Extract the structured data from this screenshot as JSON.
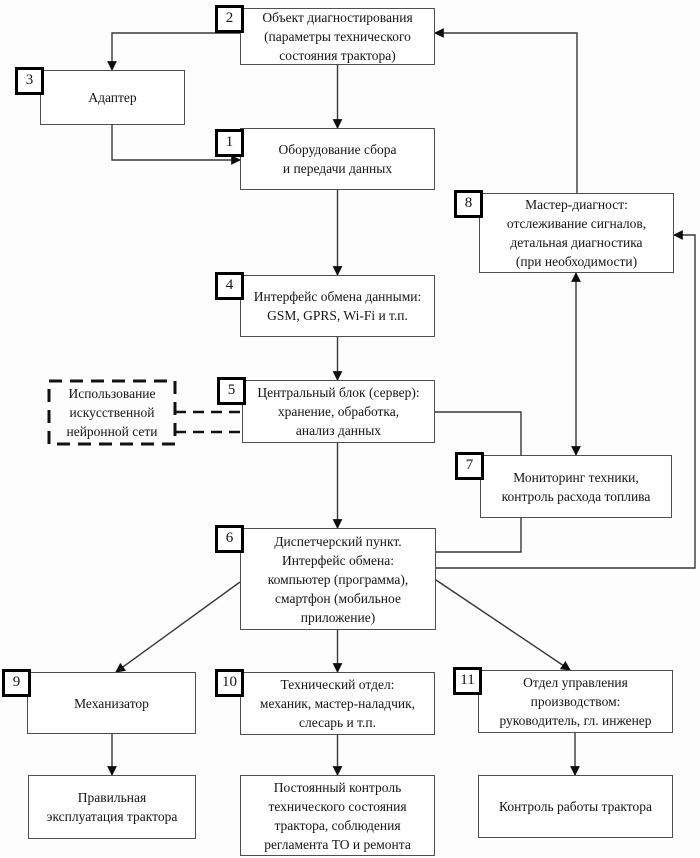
{
  "nodes": {
    "object": {
      "num": "2",
      "label": "Объект диагностирования\n(параметры технического\nсостояния трактора)"
    },
    "adapter": {
      "num": "3",
      "label": "Адаптер"
    },
    "equipment": {
      "num": "1",
      "label": "Оборудование сбора\nи передачи данных"
    },
    "master_diagnost": {
      "num": "8",
      "label": "Мастер-диагност:\nотслеживание сигналов,\nдетальная диагностика\n(при необходимости)"
    },
    "data_interface": {
      "num": "4",
      "label": "Интерфейс обмена данными:\nGSM, GPRS, Wi-Fi и т.п."
    },
    "neural_network": {
      "label": "Использование\nискусственной\nнейронной сети"
    },
    "central_server": {
      "num": "5",
      "label": "Центральный блок (сервер):\nхранение, обработка,\nанализ данных"
    },
    "monitoring": {
      "num": "7",
      "label": "Мониторинг техники,\nконтроль расхода топлива"
    },
    "dispatch_center": {
      "num": "6",
      "label": "Диспетчерский пункт.\nИнтерфейс обмена:\nкомпьютер (программа),\nсмартфон (мобильное\nприложение)"
    },
    "machine_operator": {
      "num": "9",
      "label": "Механизатор"
    },
    "technical_dept": {
      "num": "10",
      "label": "Технический отдел:\nмеханик, мастер-наладчик,\nслесарь и т.п."
    },
    "production_dept": {
      "num": "11",
      "label": "Отдел управления\nпроизводством:\nруководитель, гл. инженер"
    },
    "correct_operation": {
      "label": "Правильная\nэксплуатация трактора"
    },
    "constant_control": {
      "label": "Постоянный контроль\nтехнического состояния\nтрактора, соблюдения\nрегламента ТО и ремонта"
    },
    "tractor_work_control": {
      "label": "Контроль работы трактора"
    }
  },
  "colors": {
    "line": "#383838",
    "arrowhead": "#0d0d0d",
    "box_border": "#4e4e4e",
    "background": "#fdfdfd",
    "text": "#141414"
  }
}
